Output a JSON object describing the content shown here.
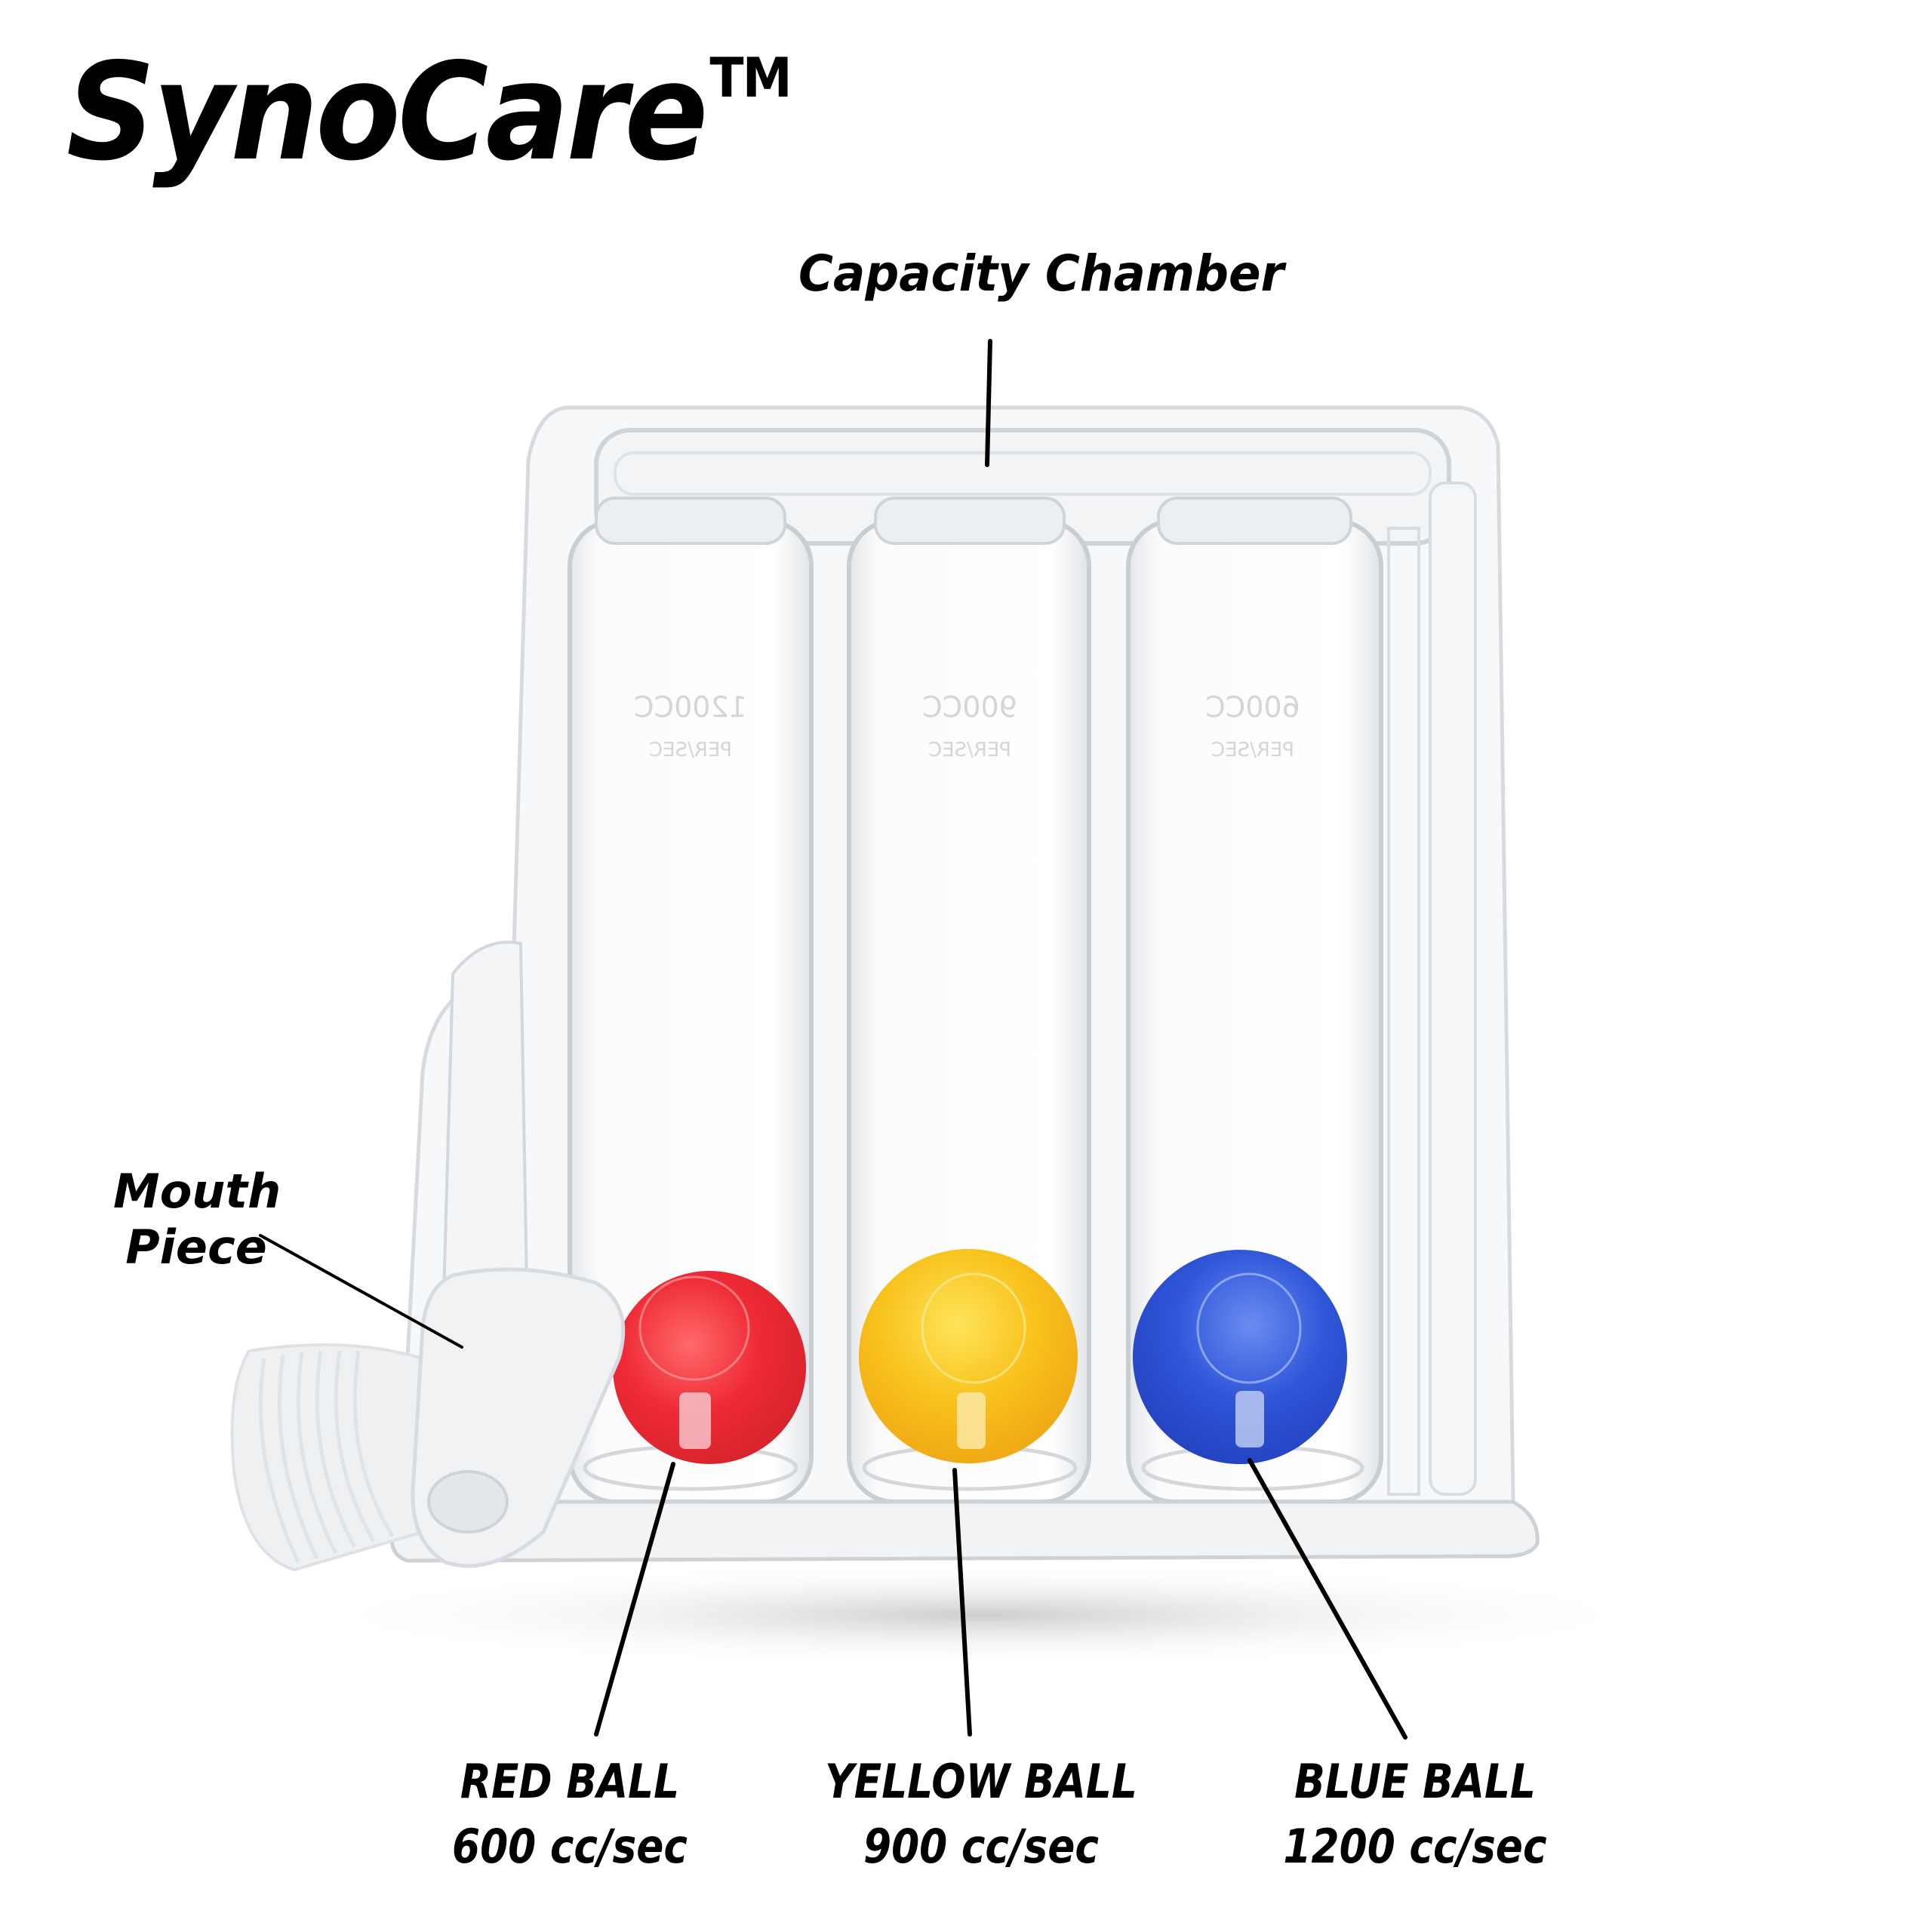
{
  "brand": {
    "name": "SynoCare",
    "trademark": "TM"
  },
  "callouts": {
    "capacity_chamber": "Capacity Chamber",
    "mouth_piece": [
      "Mouth",
      "Piece"
    ]
  },
  "tube_markings": [
    {
      "volume": "1200CC",
      "unit": "PER/SEC"
    },
    {
      "volume": "900CC",
      "unit": "PER/SEC"
    },
    {
      "volume": "600CC",
      "unit": "PER/SEC"
    }
  ],
  "balls": [
    {
      "name": "RED BALL",
      "rate": "600 cc/sec",
      "color": "#EE2A36"
    },
    {
      "name": "YELLOW BALL",
      "rate": "900 cc/sec",
      "color": "#F8C21C"
    },
    {
      "name": "BLUE BALL",
      "rate": "1200 cc/sec",
      "color": "#2F55D8"
    }
  ],
  "colors": {
    "background": "#FFFFFF",
    "text": "#000000",
    "plastic": "#EEF0F2"
  }
}
